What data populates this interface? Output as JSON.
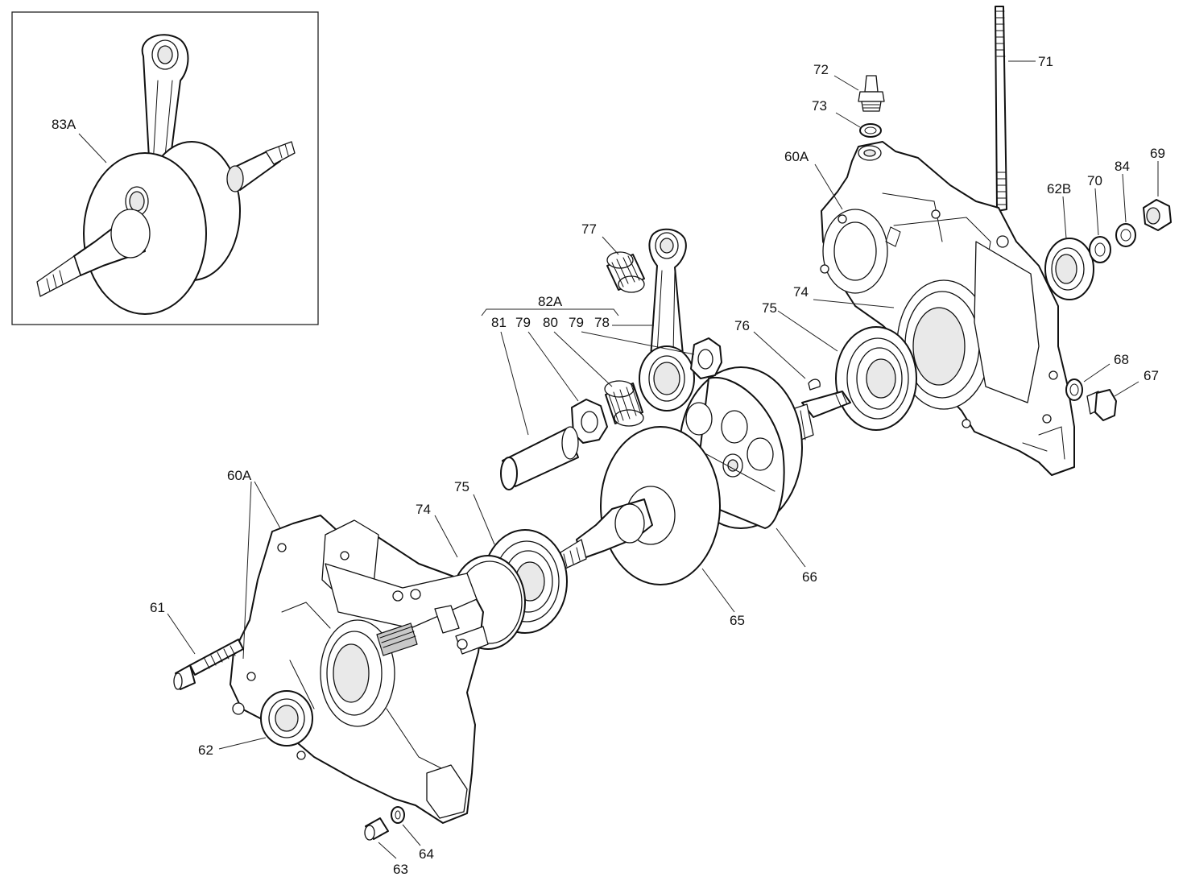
{
  "callouts": {
    "c83A": "83A",
    "c71": "71",
    "c72": "72",
    "c73": "73",
    "c60A_right": "60A",
    "c62B": "62B",
    "c70": "70",
    "c84": "84",
    "c69": "69",
    "c77": "77",
    "c82A": "82A",
    "c81": "81",
    "c79_left": "79",
    "c80": "80",
    "c79_right": "79",
    "c78": "78",
    "c74_right": "74",
    "c75_right": "75",
    "c76": "76",
    "c68": "68",
    "c67": "67",
    "c60A_left": "60A",
    "c75_left": "75",
    "c74_left": "74",
    "c66": "66",
    "c65": "65",
    "c61": "61",
    "c62": "62",
    "c63": "63",
    "c64": "64"
  }
}
